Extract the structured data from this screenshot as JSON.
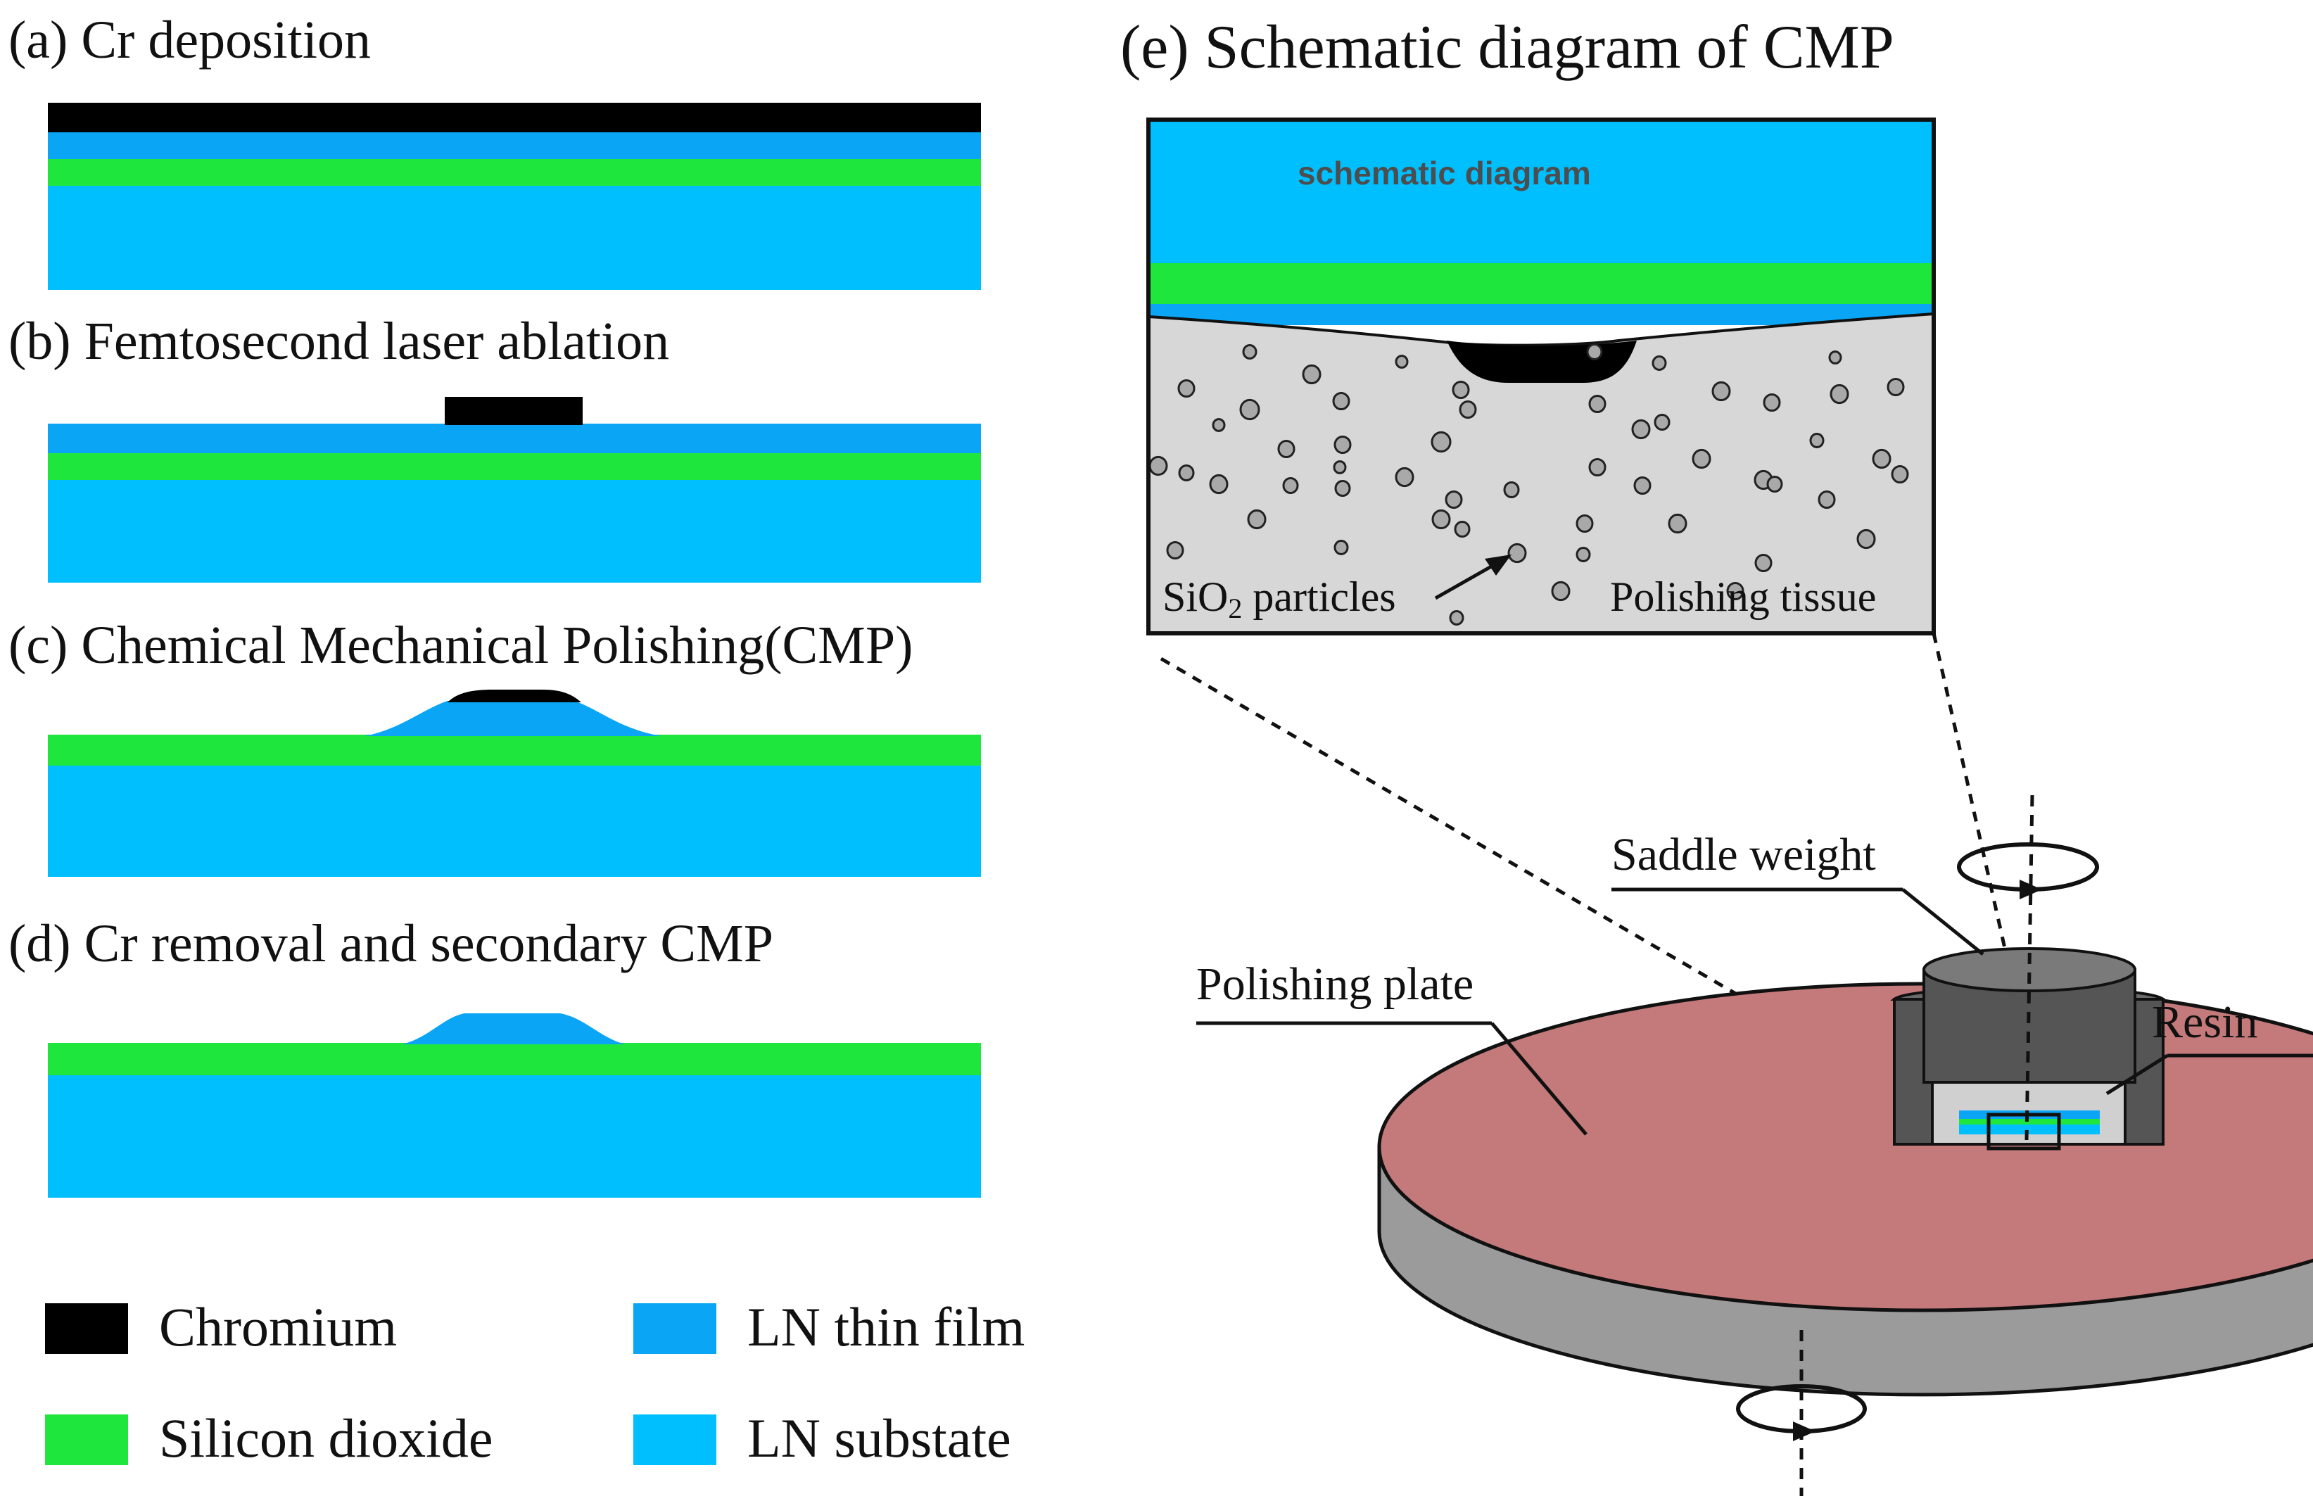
{
  "panels": {
    "a": {
      "label": "(a) Cr deposition"
    },
    "b": {
      "label": "(b) Femtosecond laser ablation"
    },
    "c": {
      "label": "(c) Chemical Mechanical Polishing(CMP)"
    },
    "d": {
      "label": "(d) Cr removal and secondary CMP"
    },
    "e": {
      "label": "(e) Schematic diagram of CMP"
    }
  },
  "legend": {
    "chromium": "Chromium",
    "silicon_dioxide": "Silicon dioxide",
    "ln_thin_film": "LN thin film",
    "ln_substrate": "LN substate"
  },
  "inset": {
    "title": "schematic diagram",
    "particles_label_prefix": "SiO",
    "particles_label_sub": "2",
    "particles_label_suffix": " particles",
    "tissue_label": "Polishing tissue"
  },
  "apparatus": {
    "saddle_weight": "Saddle weight",
    "polishing_plate": "Polishing plate",
    "resin": "Resin"
  },
  "colors": {
    "chromium": "#000000",
    "silicon_dioxide": "#1ee63c",
    "ln_thin_film": "#0aa6f5",
    "ln_substrate": "#00bfff",
    "plate_top": "#c47a7a",
    "plate_side": "#9b9b9b",
    "tissue": "#d7d7d7",
    "particle": "#a9a9a9",
    "weight": "#555555"
  }
}
